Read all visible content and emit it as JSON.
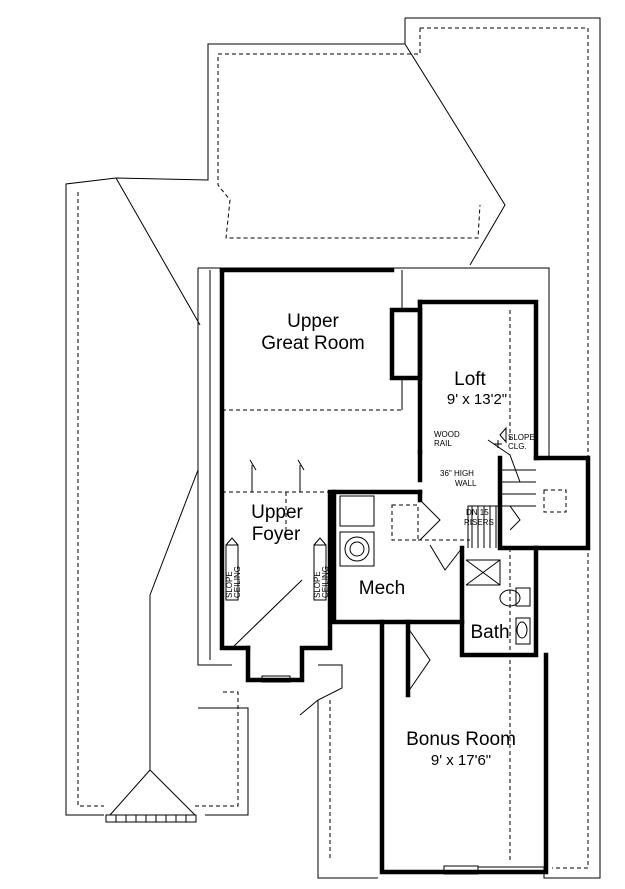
{
  "rooms": {
    "upper_great_room": {
      "line1": "Upper",
      "line2": "Great Room"
    },
    "loft": {
      "name": "Loft",
      "size": "9' x 13'2\""
    },
    "upper_foyer": {
      "line1": "Upper",
      "line2": "Foyer"
    },
    "mech": {
      "name": "Mech"
    },
    "bath": {
      "name": "Bath"
    },
    "bonus_room": {
      "name": "Bonus Room",
      "size": "9' x 17'6\""
    }
  },
  "notes": {
    "wood_rail": {
      "line1": "WOOD",
      "line2": "RAIL"
    },
    "slope_clg": {
      "line1": "SLOPE",
      "line2": "CLG."
    },
    "high_wall": {
      "line1": "36\" HIGH",
      "line2": "WALL"
    },
    "stairs": {
      "line1": "DN 15",
      "line2": "RISERS"
    },
    "slope_ceiling": {
      "line1": "SLOPE",
      "line2": "CEILING"
    }
  },
  "colors": {
    "ink": "#000000",
    "paper": "#ffffff"
  }
}
